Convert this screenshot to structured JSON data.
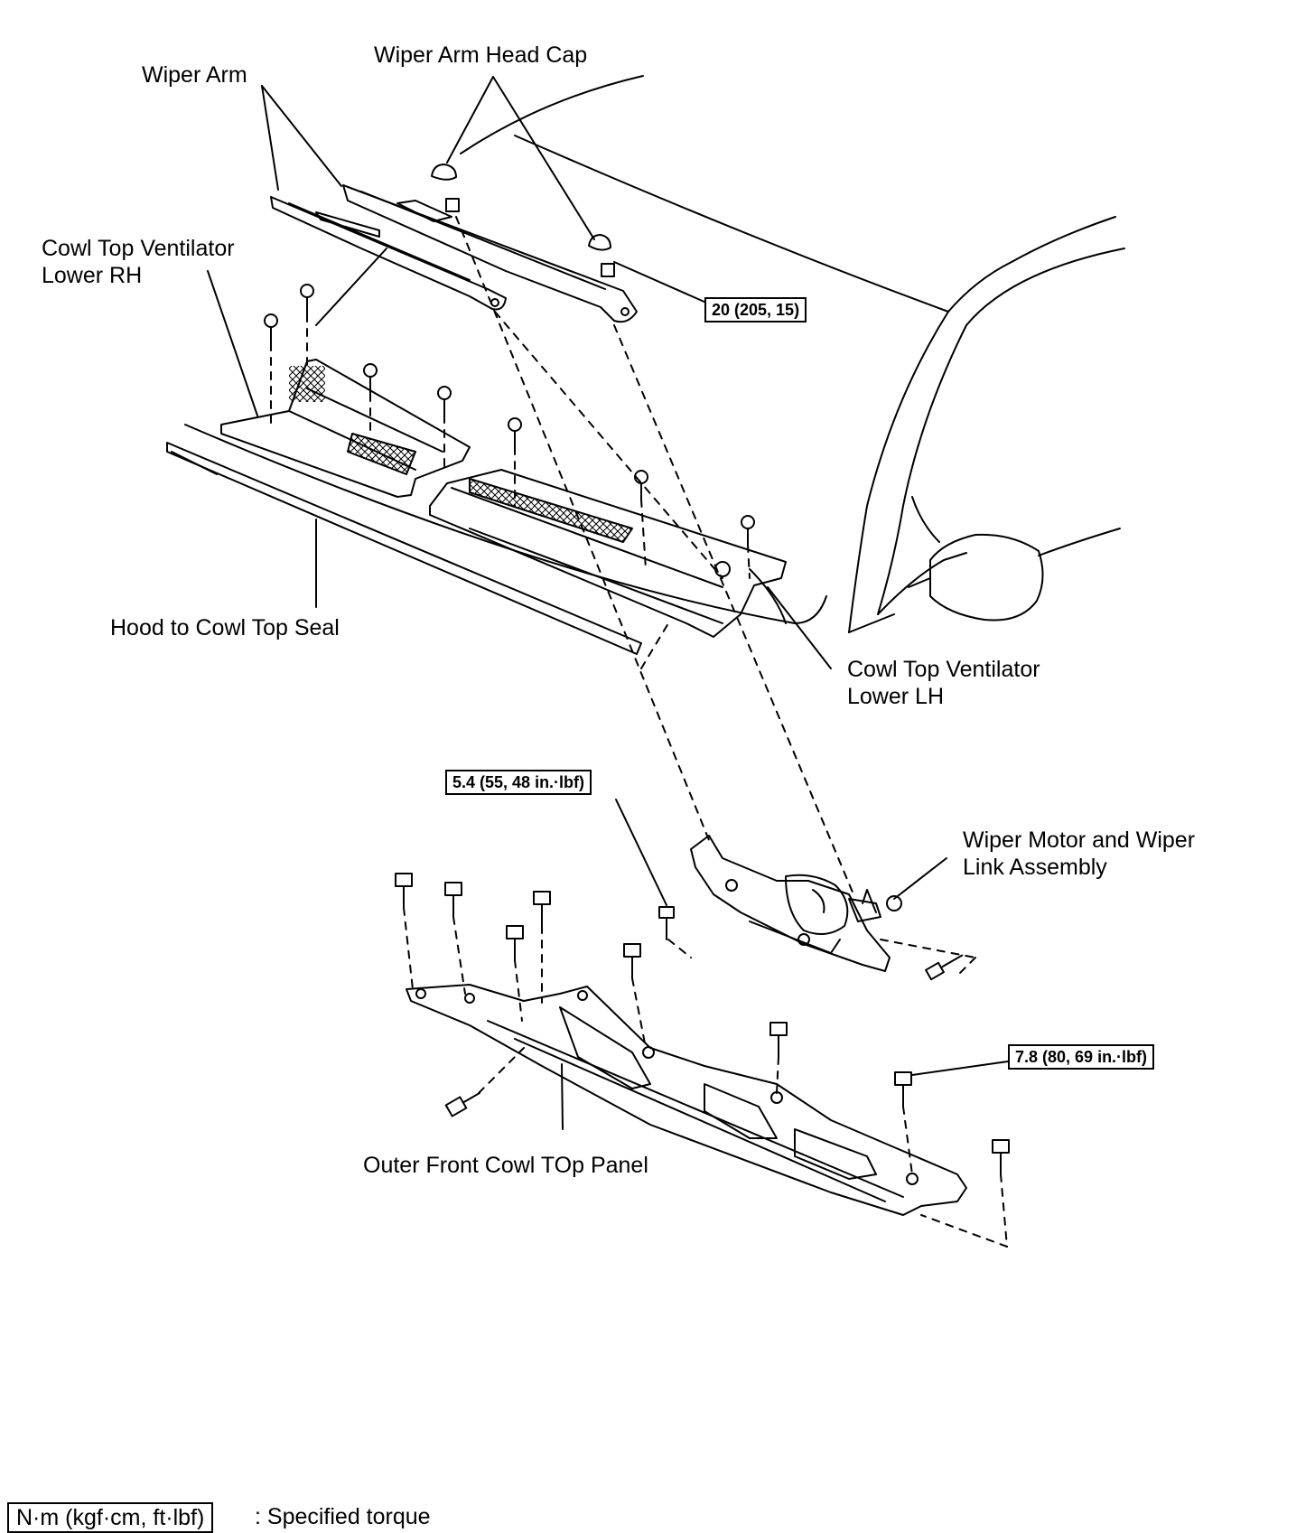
{
  "labels": {
    "wiper_arm": "Wiper Arm",
    "wiper_arm_head_cap": "Wiper Arm Head Cap",
    "cowl_top_ventilator_rh": "Cowl Top Ventilator\nLower RH",
    "hood_to_cowl_top_seal": "Hood to Cowl Top Seal",
    "cowl_top_ventilator_lh": "Cowl Top Ventilator\nLower LH",
    "wiper_motor_link": "Wiper Motor and Wiper\nLink Assembly",
    "outer_front_cowl_top_panel": "Outer Front Cowl TOp Panel"
  },
  "torques": {
    "wiper_arm_nut": "20 (205, 15)",
    "motor_bolt": "5.4 (55, 48 in.·lbf)",
    "panel_bolt": "7.8 (80, 69 in.·lbf)"
  },
  "legend": {
    "unit_box": "N·m (kgf·cm, ft·lbf)",
    "description": ": Specified torque"
  }
}
